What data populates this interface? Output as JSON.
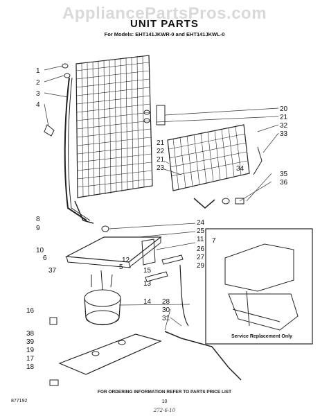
{
  "watermark": "AppliancePartsPros.com",
  "title": "UNIT PARTS",
  "subtitle": "For Models: EHT141JKWR-0 and EHT141JKWL-0",
  "service_note": "Service Replacement Only",
  "footer_note": "FOR ORDERING INFORMATION REFER TO PARTS PRICE LIST",
  "doc_code": "877192",
  "page_number": "10",
  "handwritten": "272-6-10",
  "callouts": [
    "1",
    "2",
    "3",
    "4",
    "20",
    "21",
    "32",
    "33",
    "21",
    "22",
    "21",
    "23",
    "34",
    "35",
    "36",
    "8",
    "9",
    "10",
    "6",
    "24",
    "25",
    "11",
    "26",
    "12",
    "27",
    "5",
    "29",
    "15",
    "37",
    "13",
    "14",
    "28",
    "30",
    "31",
    "16",
    "38",
    "39",
    "19",
    "17",
    "18",
    "7"
  ]
}
